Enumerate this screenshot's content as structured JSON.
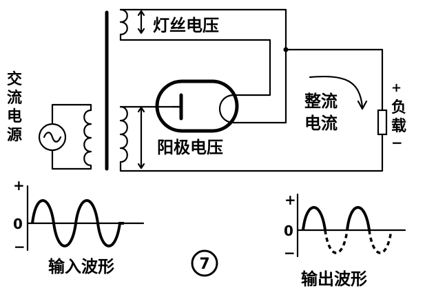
{
  "figure_number": "7",
  "labels": {
    "ac_source": [
      "交",
      "流",
      "电",
      "源"
    ],
    "filament_voltage": "灯丝电压",
    "anode_voltage": "阳极电压",
    "rectified_current": [
      "整流",
      "电流"
    ],
    "load": [
      "负",
      "载"
    ],
    "load_plus": "+",
    "load_minus": "−",
    "input_waveform": "输入波形",
    "output_waveform": "输出波形"
  },
  "input_graph": {
    "plus": "+",
    "zero": "0",
    "minus": "−"
  },
  "output_graph": {
    "plus": "+",
    "zero": "0",
    "minus": "−"
  },
  "colors": {
    "ink": "#000000",
    "paper": "#ffffff"
  }
}
